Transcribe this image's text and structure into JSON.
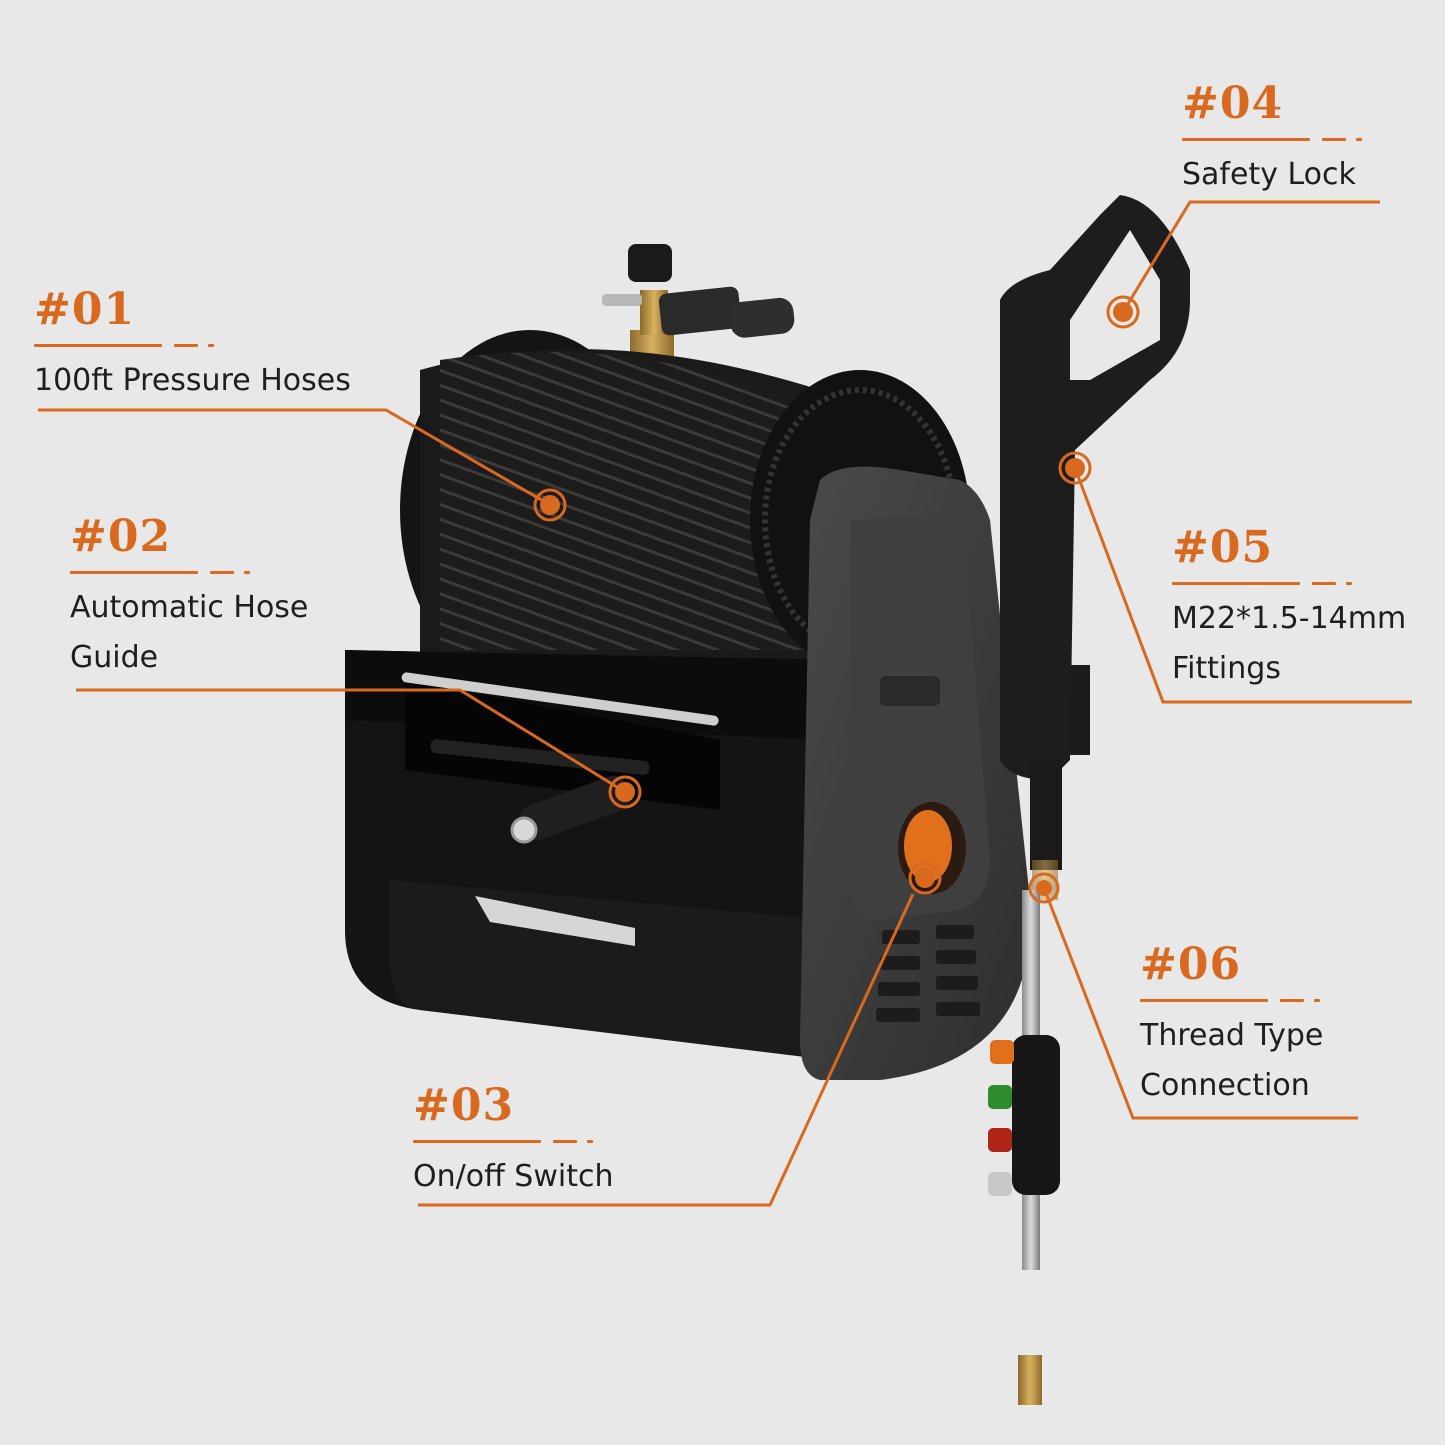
{
  "diagram": {
    "accent_color": "#d9691f",
    "background_color": "#e8e8e8",
    "product": "Pressure washer with hose reel",
    "callouts": [
      {
        "id": "01",
        "number": "#01",
        "lines": [
          "100ft Pressure Hoses"
        ]
      },
      {
        "id": "02",
        "number": "#02",
        "lines": [
          "Automatic Hose",
          "Guide"
        ]
      },
      {
        "id": "03",
        "number": "#03",
        "lines": [
          "On/off Switch"
        ]
      },
      {
        "id": "04",
        "number": "#04",
        "lines": [
          "Safety Lock"
        ]
      },
      {
        "id": "05",
        "number": "#05",
        "lines": [
          "M22*1.5-14mm",
          "Fittings"
        ]
      },
      {
        "id": "06",
        "number": "#06",
        "lines": [
          "Thread Type",
          "Connection"
        ]
      }
    ],
    "nozzle_tip_colors": [
      "#e0701c",
      "#2e8b2e",
      "#b0241a",
      "#c8c8c8"
    ]
  }
}
